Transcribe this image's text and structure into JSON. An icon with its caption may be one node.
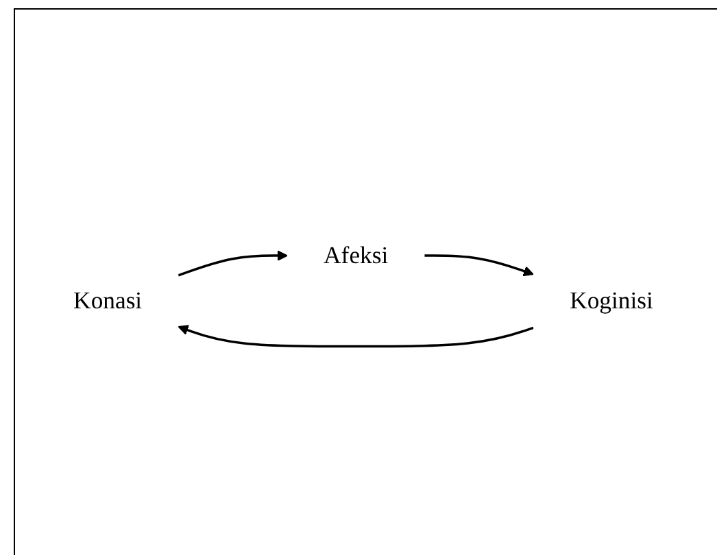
{
  "diagram": {
    "nodes": [
      {
        "text": [
          "Konasi"
        ]
      },
      {
        "text": [
          "Afeksi"
        ]
      },
      {
        "text": [
          "Koginisi"
        ]
      }
    ],
    "edges": [
      {
        "from": 0,
        "to": 1,
        "arrow": "to"
      },
      {
        "from": 1,
        "to": 2,
        "arrow": "to"
      },
      {
        "from": 2,
        "to": 0,
        "arrow": "to"
      }
    ]
  }
}
